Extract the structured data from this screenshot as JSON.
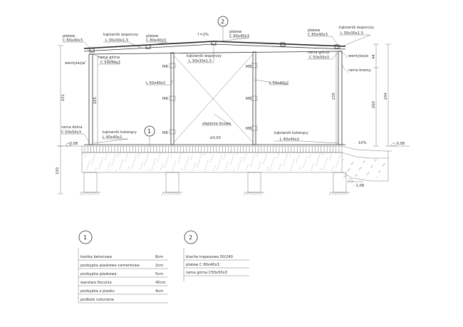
{
  "frame_labels": {
    "plate_top_left": [
      "płatew",
      "C 80x40x3"
    ],
    "bracket_left": [
      "kątownik wsporczy",
      "L 30x30x1,5"
    ],
    "plate_top_center_left": [
      "płatew",
      "C 80x40x3"
    ],
    "slope": "↑=2%",
    "plate_top_center": [
      "płatew",
      "C 90x40x3"
    ],
    "plate_top_right": [
      "płatew",
      "C 80x40x3"
    ],
    "bracket_right": [
      "kątownik wsporczy",
      "L 30x30x1,5"
    ],
    "top_frame_left": [
      "rama górna",
      "C 50x50x3"
    ],
    "bracket_center": [
      "kątownik wsporczy",
      "L 30x30x1,5"
    ],
    "top_frame_right": [
      "rama górna",
      "C 50x50x3"
    ],
    "vent_left": "wentylacja",
    "vent_right": "wentylacja",
    "door_frame": "rama bramy",
    "angle_left": "L 50x40x2",
    "angle_right": "L 50x40x2",
    "bolts": [
      "M8",
      "M8",
      "M8",
      "M8",
      "M8",
      "M8"
    ],
    "cable_brace": "stężenie linowe",
    "base_frame": [
      "rama dolna",
      "C 50x50x3"
    ],
    "anchor_left": [
      "kątownik kotwiący",
      "L 40x40x2"
    ],
    "anchor_right": [
      "kątownik kotwiący",
      "L 40x40x2"
    ],
    "level_zero": "±0,00",
    "level_left": "- 0,08",
    "level_right": "- 0,08",
    "level_bottom": "- 1,08",
    "slope_right": "10%"
  },
  "dimensions": {
    "left_height": "231",
    "inner_left": "225",
    "inner_right": "235",
    "right_top": "44",
    "right_mid": "200",
    "right_total": "244",
    "foundation": "100"
  },
  "markers": {
    "marker_top": "2",
    "marker_bottom": "1"
  },
  "legend": {
    "table1": {
      "number": "1",
      "rows": [
        {
          "name": "kostka betonowa",
          "value": "8cm"
        },
        {
          "name": "podsypka piaskowo-cementowa",
          "value": "2cm"
        },
        {
          "name": "podsypka piaskowa",
          "value": "5cm"
        },
        {
          "name": "warstwa tłucznia",
          "value": "40cm"
        },
        {
          "name": "podsypka z piasku",
          "value": "4cm"
        },
        {
          "name": "podłoże naturalne",
          "value": ""
        }
      ]
    },
    "table2": {
      "number": "2",
      "rows": [
        {
          "name": "blacha trapezowa 50/240"
        },
        {
          "name": "płatew C 80x40x3"
        },
        {
          "name": "rama górna C50x50x3"
        }
      ]
    }
  }
}
